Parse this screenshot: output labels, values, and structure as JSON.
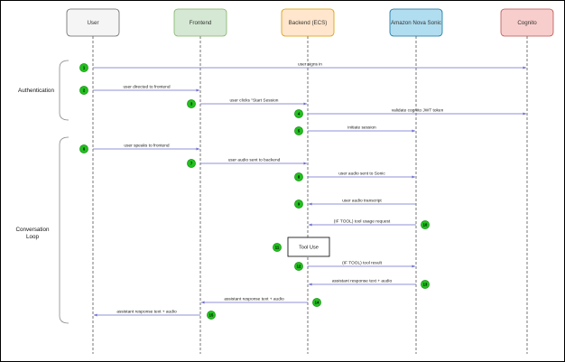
{
  "actors": [
    {
      "id": "user",
      "label": "User",
      "fill": "#f5f5f5",
      "stroke": "#666666"
    },
    {
      "id": "frontend",
      "label": "Frontend",
      "fill": "#d5e8d4",
      "stroke": "#82b366"
    },
    {
      "id": "backend",
      "label": "Backend (ECS)",
      "fill": "#ffe6cc",
      "stroke": "#d79b00"
    },
    {
      "id": "nova",
      "label": "Amazon Nova Sonic",
      "fill": "#b1ddf0",
      "stroke": "#10739e"
    },
    {
      "id": "cognito",
      "label": "Cognito",
      "fill": "#f8cecc",
      "stroke": "#b85450"
    }
  ],
  "groups": [
    {
      "label": "Authentication"
    },
    {
      "label_lines": [
        "Conversation",
        "Loop"
      ]
    }
  ],
  "messages": [
    {
      "step": "1",
      "from": "user",
      "to": "cognito",
      "label": "user signs in"
    },
    {
      "step": "2",
      "from": "user",
      "to": "frontend",
      "label": "user directed to frontend"
    },
    {
      "step": "3",
      "from": "frontend",
      "to": "backend",
      "label": "user clicks \"Start Session"
    },
    {
      "step": "4",
      "from": "backend",
      "to": "cognito",
      "label": "validate cognito JWT token"
    },
    {
      "step": "5",
      "from": "backend",
      "to": "nova",
      "label": "initiate session"
    },
    {
      "step": "6",
      "from": "user",
      "to": "frontend",
      "label": "user speaks to frontend"
    },
    {
      "step": "7",
      "from": "frontend",
      "to": "backend",
      "label": "user audio sent to backend"
    },
    {
      "step": "8",
      "from": "backend",
      "to": "nova",
      "label": "user audio sent to Sonic"
    },
    {
      "step": "9",
      "from": "nova",
      "to": "backend",
      "label": "user audio transcript"
    },
    {
      "step": "10",
      "from": "nova",
      "to": "backend",
      "label": "(IF TOOL) tool usage request"
    },
    {
      "step": "12",
      "from": "backend",
      "to": "nova",
      "label": "(IF TOOL) tool result"
    },
    {
      "step": "13",
      "from": "nova",
      "to": "backend",
      "label": "assistant response text + audio"
    },
    {
      "step": "14",
      "from": "backend",
      "to": "frontend",
      "label": "assistant response text + audio"
    },
    {
      "step": "15",
      "from": "frontend",
      "to": "user",
      "label": "assistant response text + audio"
    }
  ],
  "tool_use": {
    "step": "11",
    "label": "Tool Use"
  },
  "colors": {
    "arrow": "#6c6ccc",
    "lifeline": "#555555",
    "step_fill": "#22c01e",
    "step_stroke": "#158a12",
    "group_stroke": "#888888"
  }
}
